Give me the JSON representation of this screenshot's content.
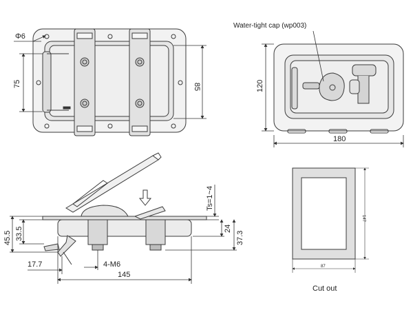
{
  "front_view": {
    "dim_hole": "Φ6",
    "dim_height_inner": "75",
    "dim_height_outer": "85"
  },
  "back_view": {
    "callout": "Water-tight cap (wp003)",
    "dim_height": "120",
    "dim_width": "180"
  },
  "side_view": {
    "dim_ts": "Ts=1~4",
    "dim_24": "24",
    "dim_37_3": "37.3",
    "dim_45_5": "45.5",
    "dim_33_5": "33.5",
    "dim_17_7": "17.7",
    "dim_thread": "4-M6",
    "dim_145": "145"
  },
  "cutout": {
    "dim_width": "87",
    "dim_height": "147",
    "caption": "Cut out"
  },
  "colors": {
    "line": "#3a3a3a",
    "fill_light": "#ececec",
    "fill_mid": "#d8d8d8",
    "cutout_fill": "#e0e0e0"
  }
}
